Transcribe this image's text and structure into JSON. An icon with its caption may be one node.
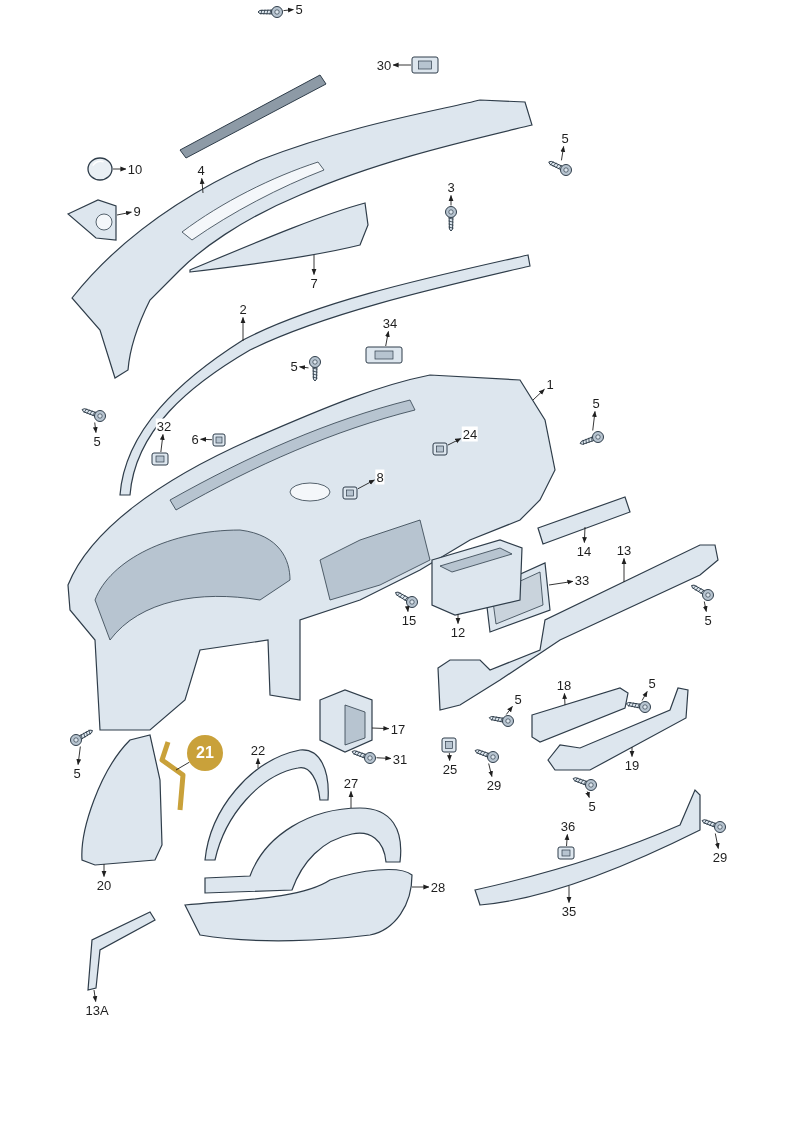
{
  "diagram": {
    "nodes": [
      {
        "text": [
          "5"
        ]
      },
      {
        "text": [],
        "shape": "picture"
      },
      {
        "text": [
          "30"
        ]
      },
      {
        "text": [],
        "shape": "picture"
      },
      {
        "text": [
          "5"
        ]
      },
      {
        "text": [],
        "shape": "picture"
      },
      {
        "text": [
          "10"
        ]
      },
      {
        "text": [],
        "shape": "circle"
      },
      {
        "text": [
          "4"
        ]
      },
      {
        "text": [],
        "shape": "picture"
      },
      {
        "text": [
          "3"
        ]
      },
      {
        "text": [],
        "shape": "picture"
      },
      {
        "text": [
          "9"
        ]
      },
      {
        "text": [],
        "shape": "picture"
      },
      {
        "text": [
          "7"
        ]
      },
      {
        "text": [],
        "shape": "picture"
      },
      {
        "text": [
          "2"
        ]
      },
      {
        "text": [],
        "shape": "picture"
      },
      {
        "text": [
          "34"
        ]
      },
      {
        "text": [],
        "shape": "picture"
      },
      {
        "text": [
          "5"
        ]
      },
      {
        "text": [],
        "shape": "picture"
      },
      {
        "text": [
          "1"
        ]
      },
      {
        "text": [],
        "shape": "picture"
      },
      {
        "text": [
          "5"
        ]
      },
      {
        "text": [],
        "shape": "picture"
      },
      {
        "text": [
          "32"
        ]
      },
      {
        "text": [],
        "shape": "picture"
      },
      {
        "text": [
          "6"
        ]
      },
      {
        "text": [],
        "shape": "picture"
      },
      {
        "text": [
          "24"
        ],
        "in": 23
      },
      {
        "text": [],
        "shape": "picture",
        "in": 23
      },
      {
        "text": [
          "5"
        ]
      },
      {
        "text": [],
        "shape": "picture"
      },
      {
        "text": [
          "8"
        ],
        "in": 23
      },
      {
        "text": [],
        "shape": "picture",
        "in": 23
      },
      {
        "text": [
          "14"
        ]
      },
      {
        "text": [],
        "shape": "picture"
      },
      {
        "text": [
          "13"
        ]
      },
      {
        "text": [],
        "shape": "picture"
      },
      {
        "text": [
          "33"
        ]
      },
      {
        "text": [],
        "shape": "picture"
      },
      {
        "text": [
          "15"
        ]
      },
      {
        "text": [],
        "shape": "picture"
      },
      {
        "text": [
          "5"
        ]
      },
      {
        "text": [],
        "shape": "picture"
      },
      {
        "text": [
          "12"
        ]
      },
      {
        "text": [],
        "shape": "picture"
      },
      {
        "text": [
          "5"
        ]
      },
      {
        "text": [],
        "shape": "picture"
      },
      {
        "text": [
          "18"
        ]
      },
      {
        "text": [],
        "shape": "picture"
      },
      {
        "text": [
          "5"
        ]
      },
      {
        "text": [],
        "shape": "picture"
      },
      {
        "text": [
          "17"
        ]
      },
      {
        "text": [],
        "shape": "picture"
      },
      {
        "text": [
          "22"
        ]
      },
      {
        "text": [],
        "shape": "picture"
      },
      {
        "text": [
          "21"
        ]
      },
      {
        "text": [],
        "shape": "picture"
      },
      {
        "text": [
          "31"
        ]
      },
      {
        "text": [],
        "shape": "picture"
      },
      {
        "text": [
          "19"
        ]
      },
      {
        "text": [],
        "shape": "picture"
      },
      {
        "text": [
          "25"
        ]
      },
      {
        "text": [],
        "shape": "picture"
      },
      {
        "text": [
          "5"
        ]
      },
      {
        "text": [],
        "shape": "picture"
      },
      {
        "text": [
          "27"
        ]
      },
      {
        "text": [],
        "shape": "picture"
      },
      {
        "text": [
          "29"
        ]
      },
      {
        "text": [],
        "shape": "picture"
      },
      {
        "text": [
          "5"
        ]
      },
      {
        "text": [],
        "shape": "picture"
      },
      {
        "text": [
          "36"
        ]
      },
      {
        "text": [],
        "shape": "picture"
      },
      {
        "text": [
          "29"
        ]
      },
      {
        "text": [],
        "shape": "picture"
      },
      {
        "text": [
          "20"
        ]
      },
      {
        "text": [],
        "shape": "picture"
      },
      {
        "text": [
          "28"
        ]
      },
      {
        "text": [],
        "shape": "picture"
      },
      {
        "text": [
          "35"
        ]
      },
      {
        "text": [],
        "shape": "picture"
      },
      {
        "text": [
          "13A"
        ]
      },
      {
        "text": [],
        "shape": "picture"
      }
    ],
    "edges": [
      {
        "from": 1,
        "to": 0,
        "arrow": "to"
      },
      {
        "from": 3,
        "to": 2,
        "arrow": "to"
      },
      {
        "from": 5,
        "to": 4,
        "arrow": "to"
      },
      {
        "from": 7,
        "to": 6,
        "arrow": "to"
      },
      {
        "from": 9,
        "to": 8,
        "arrow": "to"
      },
      {
        "from": 11,
        "to": 10,
        "arrow": "to"
      },
      {
        "from": 13,
        "to": 12,
        "arrow": "to"
      },
      {
        "from": 15,
        "to": 14,
        "arrow": "to"
      },
      {
        "from": 17,
        "to": 16,
        "arrow": "to"
      },
      {
        "from": 19,
        "to": 18,
        "arrow": "to"
      },
      {
        "from": 21,
        "to": 20,
        "arrow": "to"
      },
      {
        "from": 23,
        "to": 22,
        "arrow": "to"
      },
      {
        "from": 25,
        "to": 24,
        "arrow": "to"
      },
      {
        "from": 27,
        "to": 26,
        "arrow": "to"
      },
      {
        "from": 29,
        "to": 28,
        "arrow": "to"
      },
      {
        "from": 31,
        "to": 30,
        "arrow": "to"
      },
      {
        "from": 33,
        "to": 32,
        "arrow": "to"
      },
      {
        "from": 35,
        "to": 34,
        "arrow": "to"
      },
      {
        "from": 37,
        "to": 36,
        "arrow": "to"
      },
      {
        "from": 39,
        "to": 38,
        "arrow": "to"
      },
      {
        "from": 41,
        "to": 40,
        "arrow": "to"
      },
      {
        "from": 43,
        "to": 42,
        "arrow": "to"
      },
      {
        "from": 45,
        "to": 44,
        "arrow": "to"
      },
      {
        "from": 47,
        "to": 46,
        "arrow": "to"
      },
      {
        "from": 49,
        "to": 48,
        "arrow": "to"
      },
      {
        "from": 51,
        "to": 50,
        "arrow": "to"
      },
      {
        "from": 53,
        "to": 52,
        "arrow": "to"
      },
      {
        "from": 55,
        "to": 54,
        "arrow": "to"
      },
      {
        "from": 57,
        "to": 56,
        "arrow": "to"
      },
      {
        "from": 58,
        "to": 59,
        "arrow": "none"
      },
      {
        "from": 61,
        "to": 60,
        "arrow": "to"
      },
      {
        "from": 63,
        "to": 62,
        "arrow": "to"
      },
      {
        "from": 65,
        "to": 64,
        "arrow": "to"
      },
      {
        "from": 67,
        "to": 66,
        "arrow": "to"
      },
      {
        "from": 69,
        "to": 68,
        "arrow": "to"
      },
      {
        "from": 71,
        "to": 70,
        "arrow": "to"
      },
      {
        "from": 73,
        "to": 72,
        "arrow": "to"
      },
      {
        "from": 75,
        "to": 74,
        "arrow": "to"
      },
      {
        "from": 77,
        "to": 76,
        "arrow": "to"
      },
      {
        "from": 79,
        "to": 78,
        "arrow": "to"
      },
      {
        "from": 81,
        "to": 80,
        "arrow": "to"
      },
      {
        "from": 83,
        "to": 82,
        "arrow": "to"
      },
      {
        "from": 85,
        "to": 84,
        "arrow": "to"
      }
    ]
  }
}
